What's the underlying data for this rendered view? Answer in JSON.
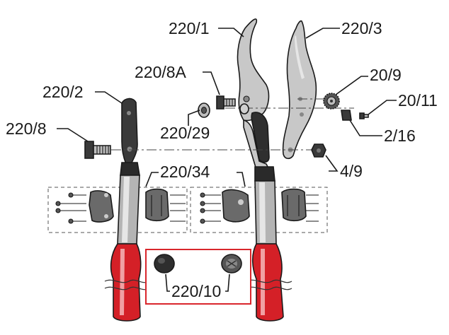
{
  "part_labels": {
    "p220_1": "220/1",
    "p220_3": "220/3",
    "p220_8a": "220/8A",
    "p20_9": "20/9",
    "p220_2": "220/2",
    "p20_11": "20/11",
    "p220_29": "220/29",
    "p2_16": "2/16",
    "p220_8": "220/8",
    "p220_34": "220/34",
    "p4_9": "4/9",
    "p220_10": "220/10"
  },
  "colors": {
    "grip_red": "#d42027",
    "highlight_box": "#d9262c",
    "blade_grey": "#c8c8c8",
    "handle_grey": "#b4b4b4",
    "dark_part": "#3a3a3a"
  }
}
